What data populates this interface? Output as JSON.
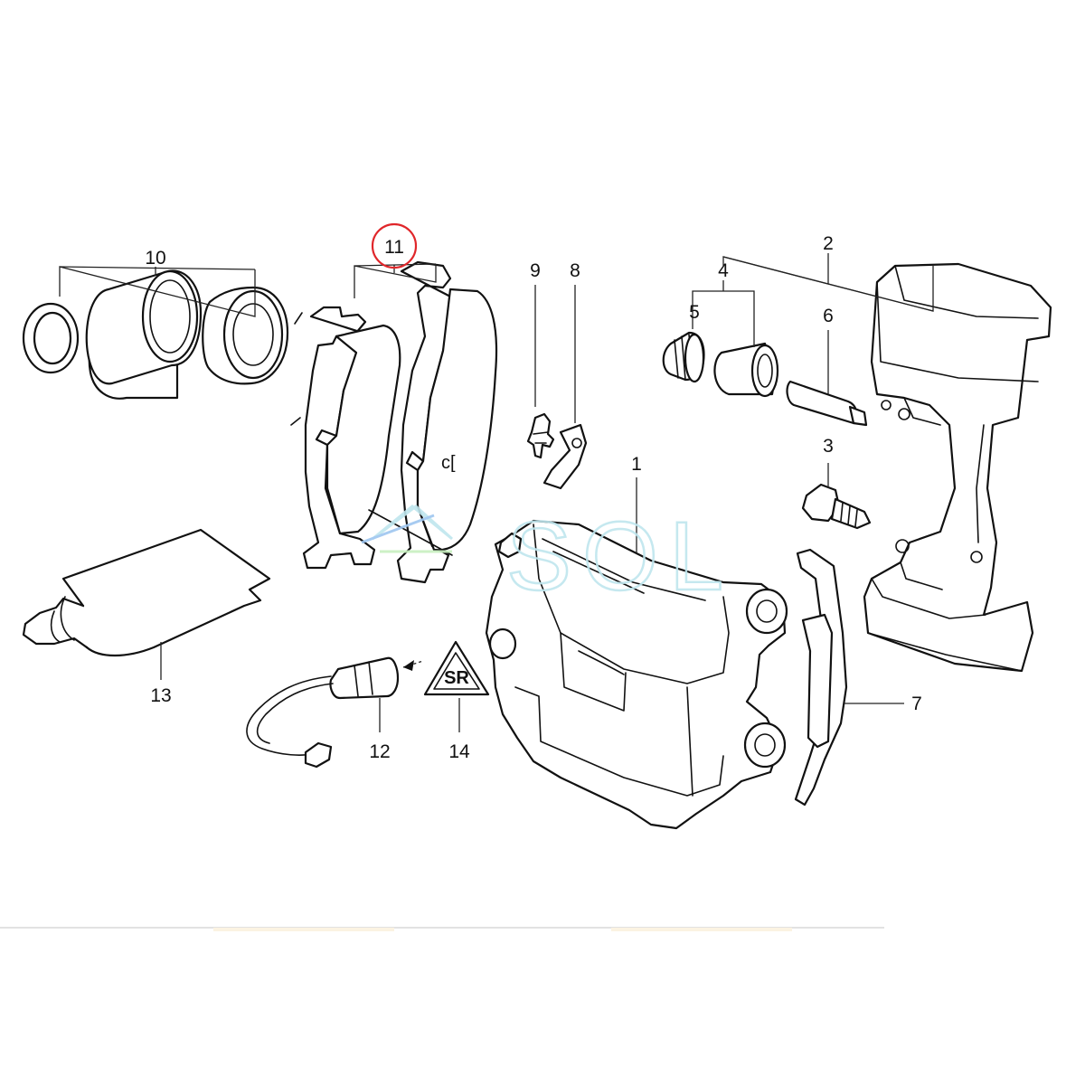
{
  "callouts": {
    "c1": "1",
    "c2": "2",
    "c3": "3",
    "c4": "4",
    "c5": "5",
    "c6": "6",
    "c7": "7",
    "c8": "8",
    "c9": "9",
    "c10": "10",
    "c11": "11",
    "c12": "12",
    "c13": "13",
    "c14": "14"
  },
  "highlighted_callout": "11",
  "watermark": "SOL",
  "pad_mark": "c[",
  "warning_label": "SR",
  "colors": {
    "line": "#111111",
    "highlight_ring": "#e0262a",
    "watermark": "#bfe6ee"
  }
}
